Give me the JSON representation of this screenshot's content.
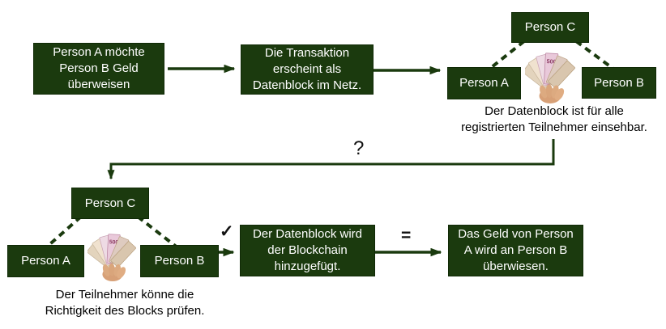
{
  "diagram": {
    "boxes": {
      "request": "Person A möchte\nPerson B Geld\nüberweisen",
      "transaction": "Die Transaktion\nerscheint als\nDatenblock im Netz.",
      "added": "Der Datenblock wird\nder Blockchain\nhinzugefügt.",
      "transferred": "Das Geld von Person\nA wird an Person B\nüberwiesen."
    },
    "network_top": {
      "person_a": "Person A",
      "person_b": "Person B",
      "person_c": "Person C",
      "caption": "Der Datenblock ist für alle\nregistrierten Teilnehmer einsehbar."
    },
    "network_bottom": {
      "person_a": "Person A",
      "person_b": "Person B",
      "person_c": "Person C",
      "caption": "Der Teilnehmer könne die\nRichtigkeit des Blocks prüfen."
    },
    "annotations": {
      "question_mark": "?",
      "check_mark": "✓",
      "equals_sign": "="
    },
    "money_icon": {
      "name": "money-fan-icon",
      "note_value": "500"
    },
    "colors": {
      "box_fill": "#1b3a0e",
      "box_text": "#ffffff",
      "connector": "#1a3a0e",
      "annotation": "#000000"
    }
  }
}
